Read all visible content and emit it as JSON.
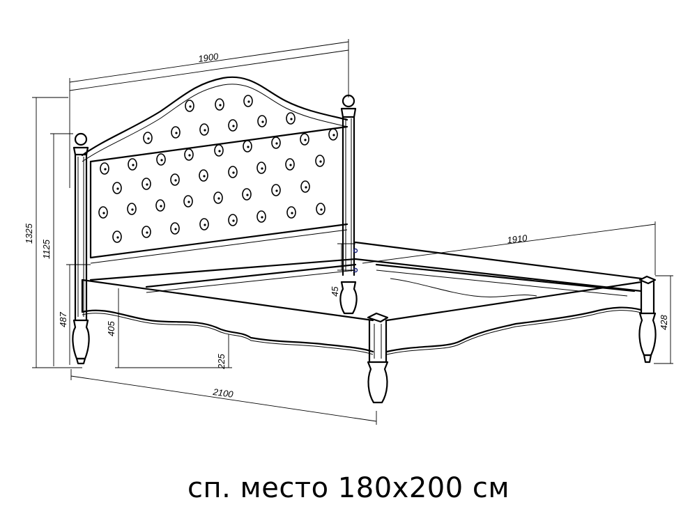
{
  "dimensions": {
    "total_length": "1900",
    "side_length": "1910",
    "foot_length": "2100",
    "headboard_height": "1325",
    "headboard_panel_height": "1125",
    "post_height": "487",
    "frame_height": "405",
    "leg_height": "225",
    "rail_offset": "45",
    "footpost_height": "428"
  },
  "caption": "сп. место 180х200 см",
  "colors": {
    "line": "#000000",
    "marker": "#1a237e",
    "background": "#ffffff"
  }
}
